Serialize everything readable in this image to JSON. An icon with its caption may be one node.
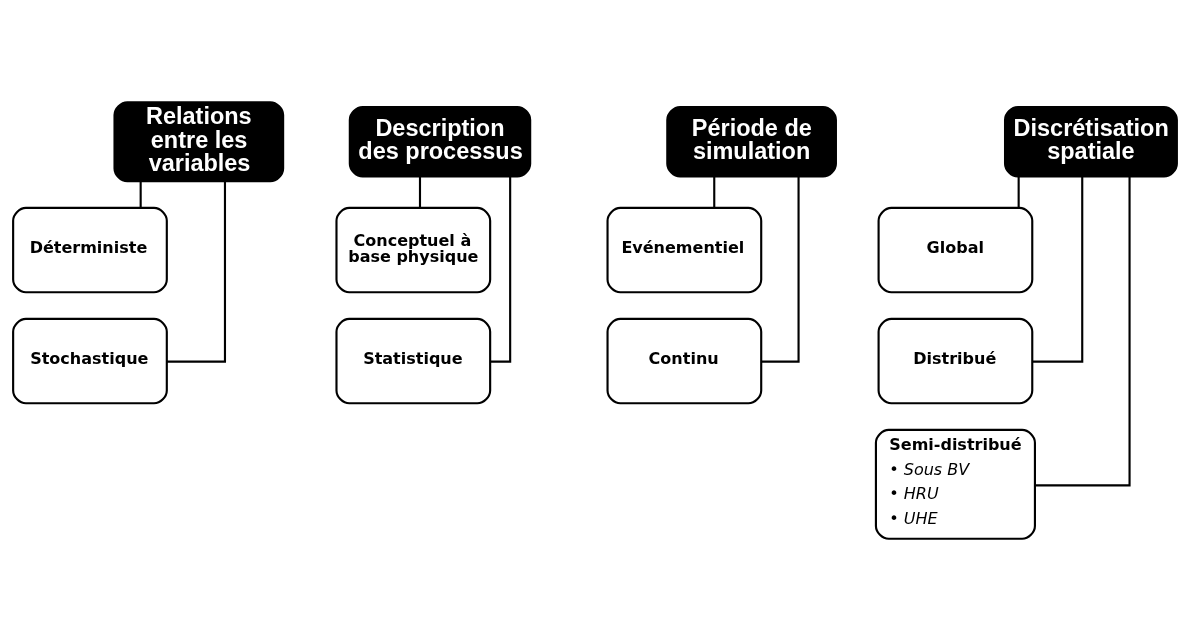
{
  "diagram": {
    "nodes": [
      {
        "text": [
          "Relations entre les variables"
        ]
      },
      {
        "text": [
          "Déterministe"
        ]
      },
      {
        "text": [
          "Stochastique"
        ]
      },
      {
        "text": [
          "Description des processus"
        ]
      },
      {
        "text": [
          "Conceptuel à base physique"
        ]
      },
      {
        "text": [
          "Statistique"
        ]
      },
      {
        "text": [
          "Période de simulation"
        ]
      },
      {
        "text": [
          "Evénementiel"
        ]
      },
      {
        "text": [
          "Continu"
        ]
      },
      {
        "text": [
          "Discrétisation spatiale"
        ]
      },
      {
        "text": [
          "Global"
        ]
      },
      {
        "text": [
          "Distribué"
        ]
      },
      {
        "text": [
          "Semi-distribué",
          "• Sous BV",
          "• HRU",
          "• UHE"
        ]
      }
    ],
    "edges": [
      {
        "from": 0,
        "to": 1,
        "arrow": "none"
      },
      {
        "from": 0,
        "to": 2,
        "arrow": "none"
      },
      {
        "from": 3,
        "to": 4,
        "arrow": "none"
      },
      {
        "from": 3,
        "to": 5,
        "arrow": "none"
      },
      {
        "from": 6,
        "to": 7,
        "arrow": "none"
      },
      {
        "from": 6,
        "to": 8,
        "arrow": "none"
      },
      {
        "from": 9,
        "to": 10,
        "arrow": "none"
      },
      {
        "from": 9,
        "to": 11,
        "arrow": "none"
      },
      {
        "from": 9,
        "to": 12,
        "arrow": "none"
      }
    ]
  }
}
